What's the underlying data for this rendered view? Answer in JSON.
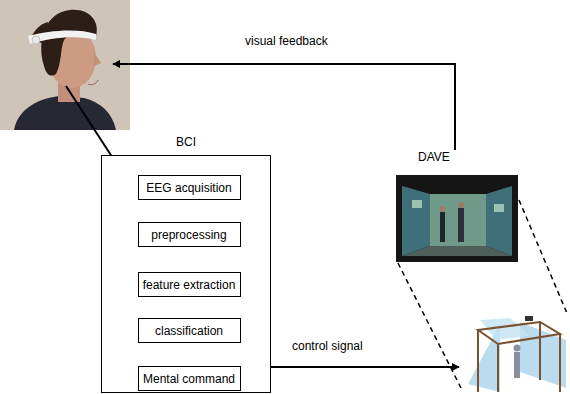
{
  "diagram": {
    "nodes": [
      {
        "text": [
          "BCI"
        ]
      },
      {
        "text": [
          "EEG acquisition"
        ],
        "in": 0
      },
      {
        "text": [
          "preprocessing"
        ],
        "in": 0
      },
      {
        "text": [
          "feature extraction"
        ],
        "in": 0
      },
      {
        "text": [
          "classification"
        ],
        "in": 0
      },
      {
        "text": [
          "Mental command"
        ],
        "in": 0
      }
    ],
    "edges": [
      {
        "from": 1,
        "to": 2,
        "arrow": "to"
      },
      {
        "from": 2,
        "to": 3,
        "arrow": "to"
      },
      {
        "from": 3,
        "to": 4,
        "arrow": "to"
      },
      {
        "from": 4,
        "to": 5,
        "arrow": "to"
      }
    ],
    "labels": [
      "visual feedback",
      "DAVE",
      "control signal"
    ]
  }
}
